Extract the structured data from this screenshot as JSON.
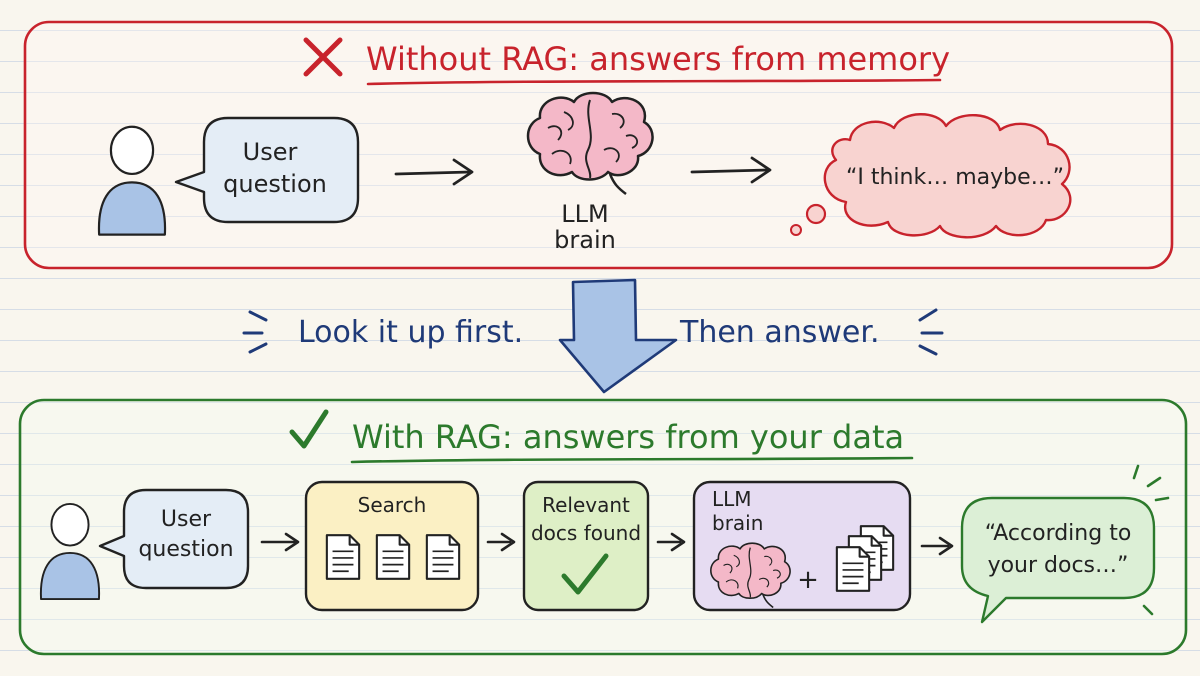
{
  "top_panel": {
    "title": "Without RAG: answers from memory",
    "user_question": [
      "User",
      "question"
    ],
    "llm_label": [
      "LLM",
      "brain"
    ],
    "thought": "“I think… maybe…”"
  },
  "middle": {
    "left_text": "Look it up first.",
    "right_text": "Then answer."
  },
  "bottom_panel": {
    "title": "With RAG: answers from your data",
    "user_question": [
      "User",
      "question"
    ],
    "search_label": "Search",
    "relevant_label": [
      "Relevant",
      "docs found"
    ],
    "llm_label": [
      "LLM",
      "brain"
    ],
    "plus": "+",
    "answer": [
      "“According to",
      "your docs…”"
    ]
  },
  "colors": {
    "red": "#c8232c",
    "green": "#2c7a2c",
    "blue": "#1f3a78"
  }
}
